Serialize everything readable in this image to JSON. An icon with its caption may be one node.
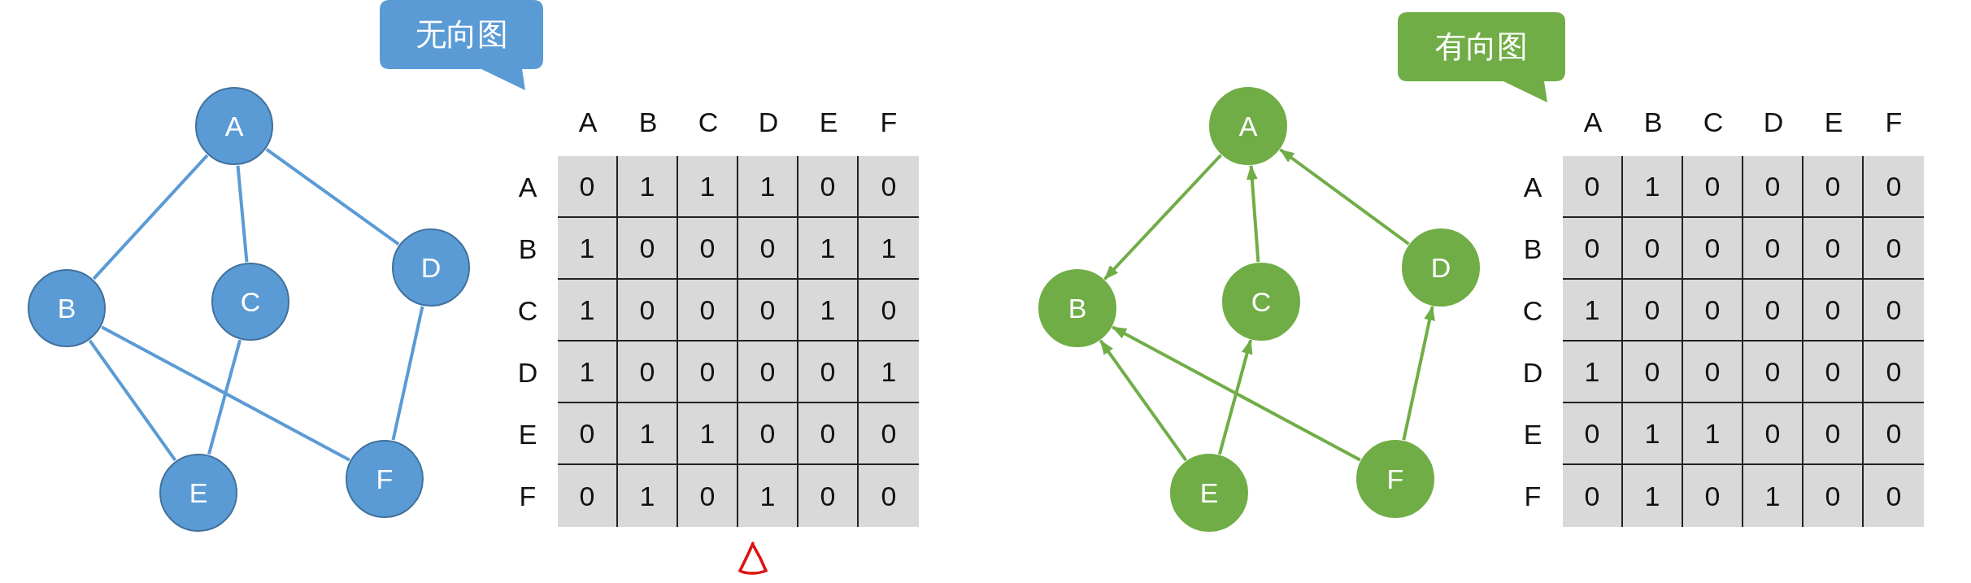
{
  "diagram": {
    "nodes": [
      {
        "text": [
          "无向图"
        ]
      },
      {
        "text": [
          "A"
        ]
      },
      {
        "text": [
          "B"
        ]
      },
      {
        "text": [
          "C"
        ]
      },
      {
        "text": [
          "D"
        ]
      },
      {
        "text": [
          "E"
        ]
      },
      {
        "text": [
          "F"
        ]
      },
      {
        "text": [
          "有向图"
        ]
      },
      {
        "text": [
          "A"
        ]
      },
      {
        "text": [
          "B"
        ]
      },
      {
        "text": [
          "C"
        ]
      },
      {
        "text": [
          "D"
        ]
      },
      {
        "text": [
          "E"
        ]
      },
      {
        "text": [
          "F"
        ]
      }
    ],
    "edges": [
      {
        "from": 1,
        "to": 2,
        "arrow": "none",
        "color": "#5b9bd5"
      },
      {
        "from": 1,
        "to": 3,
        "arrow": "none",
        "color": "#5b9bd5"
      },
      {
        "from": 1,
        "to": 4,
        "arrow": "none",
        "color": "#5b9bd5"
      },
      {
        "from": 2,
        "to": 5,
        "arrow": "none",
        "color": "#5b9bd5"
      },
      {
        "from": 2,
        "to": 6,
        "arrow": "none",
        "color": "#5b9bd5"
      },
      {
        "from": 3,
        "to": 5,
        "arrow": "none",
        "color": "#5b9bd5"
      },
      {
        "from": 4,
        "to": 6,
        "arrow": "none",
        "color": "#5b9bd5"
      },
      {
        "from": 8,
        "to": 9,
        "arrow": "to",
        "color": "#70ad47"
      },
      {
        "from": 10,
        "to": 8,
        "arrow": "to",
        "color": "#70ad47"
      },
      {
        "from": 11,
        "to": 8,
        "arrow": "to",
        "color": "#70ad47"
      },
      {
        "from": 12,
        "to": 9,
        "arrow": "to",
        "color": "#70ad47"
      },
      {
        "from": 12,
        "to": 10,
        "arrow": "to",
        "color": "#70ad47"
      },
      {
        "from": 13,
        "to": 9,
        "arrow": "to",
        "color": "#70ad47"
      },
      {
        "from": 13,
        "to": 11,
        "arrow": "to",
        "color": "#70ad47"
      }
    ],
    "labels": [
      "A",
      "B",
      "C",
      "D",
      "E",
      "F",
      "A",
      "0",
      "1",
      "1",
      "1",
      "0",
      "0",
      "B",
      "1",
      "0",
      "0",
      "0",
      "1",
      "1",
      "C",
      "1",
      "0",
      "0",
      "0",
      "1",
      "0",
      "D",
      "1",
      "0",
      "0",
      "0",
      "0",
      "1",
      "E",
      "0",
      "1",
      "1",
      "0",
      "0",
      "0",
      "F",
      "0",
      "1",
      "0",
      "1",
      "0",
      "0",
      "A",
      "B",
      "C",
      "D",
      "E",
      "F",
      "A",
      "0",
      "1",
      "0",
      "0",
      "0",
      "0",
      "B",
      "0",
      "0",
      "0",
      "0",
      "0",
      "0",
      "C",
      "1",
      "0",
      "0",
      "0",
      "0",
      "0",
      "D",
      "1",
      "0",
      "0",
      "0",
      "0",
      "0",
      "E",
      "0",
      "1",
      "1",
      "0",
      "0",
      "0",
      "F",
      "0",
      "1",
      "0",
      "1",
      "0",
      "0"
    ]
  }
}
